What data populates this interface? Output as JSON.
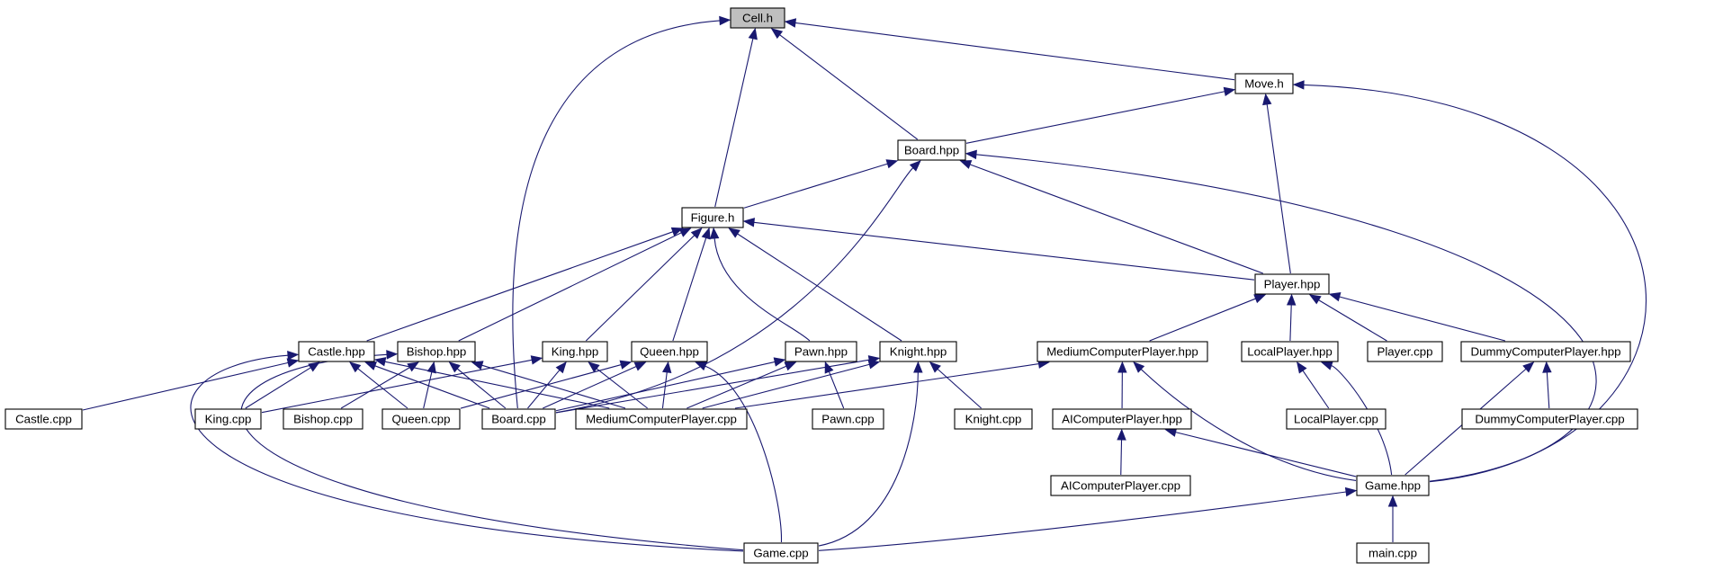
{
  "colors": {
    "edge": "#191970",
    "node_fill": "#ffffff",
    "root_fill": "#bfbfbf",
    "node_stroke": "#000000"
  },
  "root": "Cell.h",
  "nodes": [
    {
      "id": "cell_h",
      "label": "Cell.h",
      "root": true
    },
    {
      "id": "move_h",
      "label": "Move.h"
    },
    {
      "id": "board_hpp",
      "label": "Board.hpp"
    },
    {
      "id": "figure_h",
      "label": "Figure.h"
    },
    {
      "id": "player_hpp",
      "label": "Player.hpp"
    },
    {
      "id": "castle_hpp",
      "label": "Castle.hpp"
    },
    {
      "id": "bishop_hpp",
      "label": "Bishop.hpp"
    },
    {
      "id": "king_hpp",
      "label": "King.hpp"
    },
    {
      "id": "queen_hpp",
      "label": "Queen.hpp"
    },
    {
      "id": "pawn_hpp",
      "label": "Pawn.hpp"
    },
    {
      "id": "knight_hpp",
      "label": "Knight.hpp"
    },
    {
      "id": "medium_hpp",
      "label": "MediumComputerPlayer.hpp"
    },
    {
      "id": "local_hpp",
      "label": "LocalPlayer.hpp"
    },
    {
      "id": "player_cpp",
      "label": "Player.cpp"
    },
    {
      "id": "dummy_hpp",
      "label": "DummyComputerPlayer.hpp"
    },
    {
      "id": "castle_cpp",
      "label": "Castle.cpp"
    },
    {
      "id": "king_cpp",
      "label": "King.cpp"
    },
    {
      "id": "bishop_cpp",
      "label": "Bishop.cpp"
    },
    {
      "id": "queen_cpp",
      "label": "Queen.cpp"
    },
    {
      "id": "board_cpp",
      "label": "Board.cpp"
    },
    {
      "id": "medium_cpp",
      "label": "MediumComputerPlayer.cpp"
    },
    {
      "id": "pawn_cpp",
      "label": "Pawn.cpp"
    },
    {
      "id": "knight_cpp",
      "label": "Knight.cpp"
    },
    {
      "id": "ai_hpp",
      "label": "AIComputerPlayer.hpp"
    },
    {
      "id": "local_cpp",
      "label": "LocalPlayer.cpp"
    },
    {
      "id": "dummy_cpp",
      "label": "DummyComputerPlayer.cpp"
    },
    {
      "id": "ai_cpp",
      "label": "AIComputerPlayer.cpp"
    },
    {
      "id": "game_hpp",
      "label": "Game.hpp"
    },
    {
      "id": "game_cpp",
      "label": "Game.cpp"
    },
    {
      "id": "main_cpp",
      "label": "main.cpp"
    }
  ],
  "edges": [
    [
      "board_cpp",
      "cell_h"
    ],
    [
      "figure_h",
      "cell_h"
    ],
    [
      "board_hpp",
      "cell_h"
    ],
    [
      "move_h",
      "cell_h"
    ],
    [
      "board_hpp",
      "move_h"
    ],
    [
      "player_hpp",
      "move_h"
    ],
    [
      "game_hpp",
      "move_h"
    ],
    [
      "figure_h",
      "board_hpp"
    ],
    [
      "board_cpp",
      "board_hpp"
    ],
    [
      "player_hpp",
      "board_hpp"
    ],
    [
      "game_hpp",
      "board_hpp"
    ],
    [
      "castle_hpp",
      "figure_h"
    ],
    [
      "bishop_hpp",
      "figure_h"
    ],
    [
      "king_hpp",
      "figure_h"
    ],
    [
      "queen_hpp",
      "figure_h"
    ],
    [
      "pawn_hpp",
      "figure_h"
    ],
    [
      "knight_hpp",
      "figure_h"
    ],
    [
      "player_hpp",
      "figure_h"
    ],
    [
      "medium_hpp",
      "player_hpp"
    ],
    [
      "local_hpp",
      "player_hpp"
    ],
    [
      "player_cpp",
      "player_hpp"
    ],
    [
      "dummy_hpp",
      "player_hpp"
    ],
    [
      "castle_cpp",
      "castle_hpp"
    ],
    [
      "king_cpp",
      "castle_hpp"
    ],
    [
      "queen_cpp",
      "castle_hpp"
    ],
    [
      "board_cpp",
      "castle_hpp"
    ],
    [
      "medium_cpp",
      "castle_hpp"
    ],
    [
      "game_cpp",
      "castle_hpp"
    ],
    [
      "bishop_cpp",
      "bishop_hpp"
    ],
    [
      "queen_cpp",
      "bishop_hpp"
    ],
    [
      "board_cpp",
      "bishop_hpp"
    ],
    [
      "medium_cpp",
      "bishop_hpp"
    ],
    [
      "game_cpp",
      "bishop_hpp"
    ],
    [
      "king_cpp",
      "king_hpp"
    ],
    [
      "board_cpp",
      "king_hpp"
    ],
    [
      "medium_cpp",
      "king_hpp"
    ],
    [
      "queen_cpp",
      "queen_hpp"
    ],
    [
      "board_cpp",
      "queen_hpp"
    ],
    [
      "medium_cpp",
      "queen_hpp"
    ],
    [
      "game_cpp",
      "queen_hpp"
    ],
    [
      "board_cpp",
      "pawn_hpp"
    ],
    [
      "medium_cpp",
      "pawn_hpp"
    ],
    [
      "pawn_cpp",
      "pawn_hpp"
    ],
    [
      "board_cpp",
      "knight_hpp"
    ],
    [
      "medium_cpp",
      "knight_hpp"
    ],
    [
      "knight_cpp",
      "knight_hpp"
    ],
    [
      "game_cpp",
      "knight_hpp"
    ],
    [
      "medium_cpp",
      "medium_hpp"
    ],
    [
      "ai_hpp",
      "medium_hpp"
    ],
    [
      "game_hpp",
      "medium_hpp"
    ],
    [
      "local_cpp",
      "local_hpp"
    ],
    [
      "game_hpp",
      "local_hpp"
    ],
    [
      "game_hpp",
      "dummy_hpp"
    ],
    [
      "dummy_cpp",
      "dummy_hpp"
    ],
    [
      "ai_cpp",
      "ai_hpp"
    ],
    [
      "game_hpp",
      "ai_hpp"
    ],
    [
      "game_cpp",
      "game_hpp"
    ],
    [
      "main_cpp",
      "game_hpp"
    ]
  ]
}
